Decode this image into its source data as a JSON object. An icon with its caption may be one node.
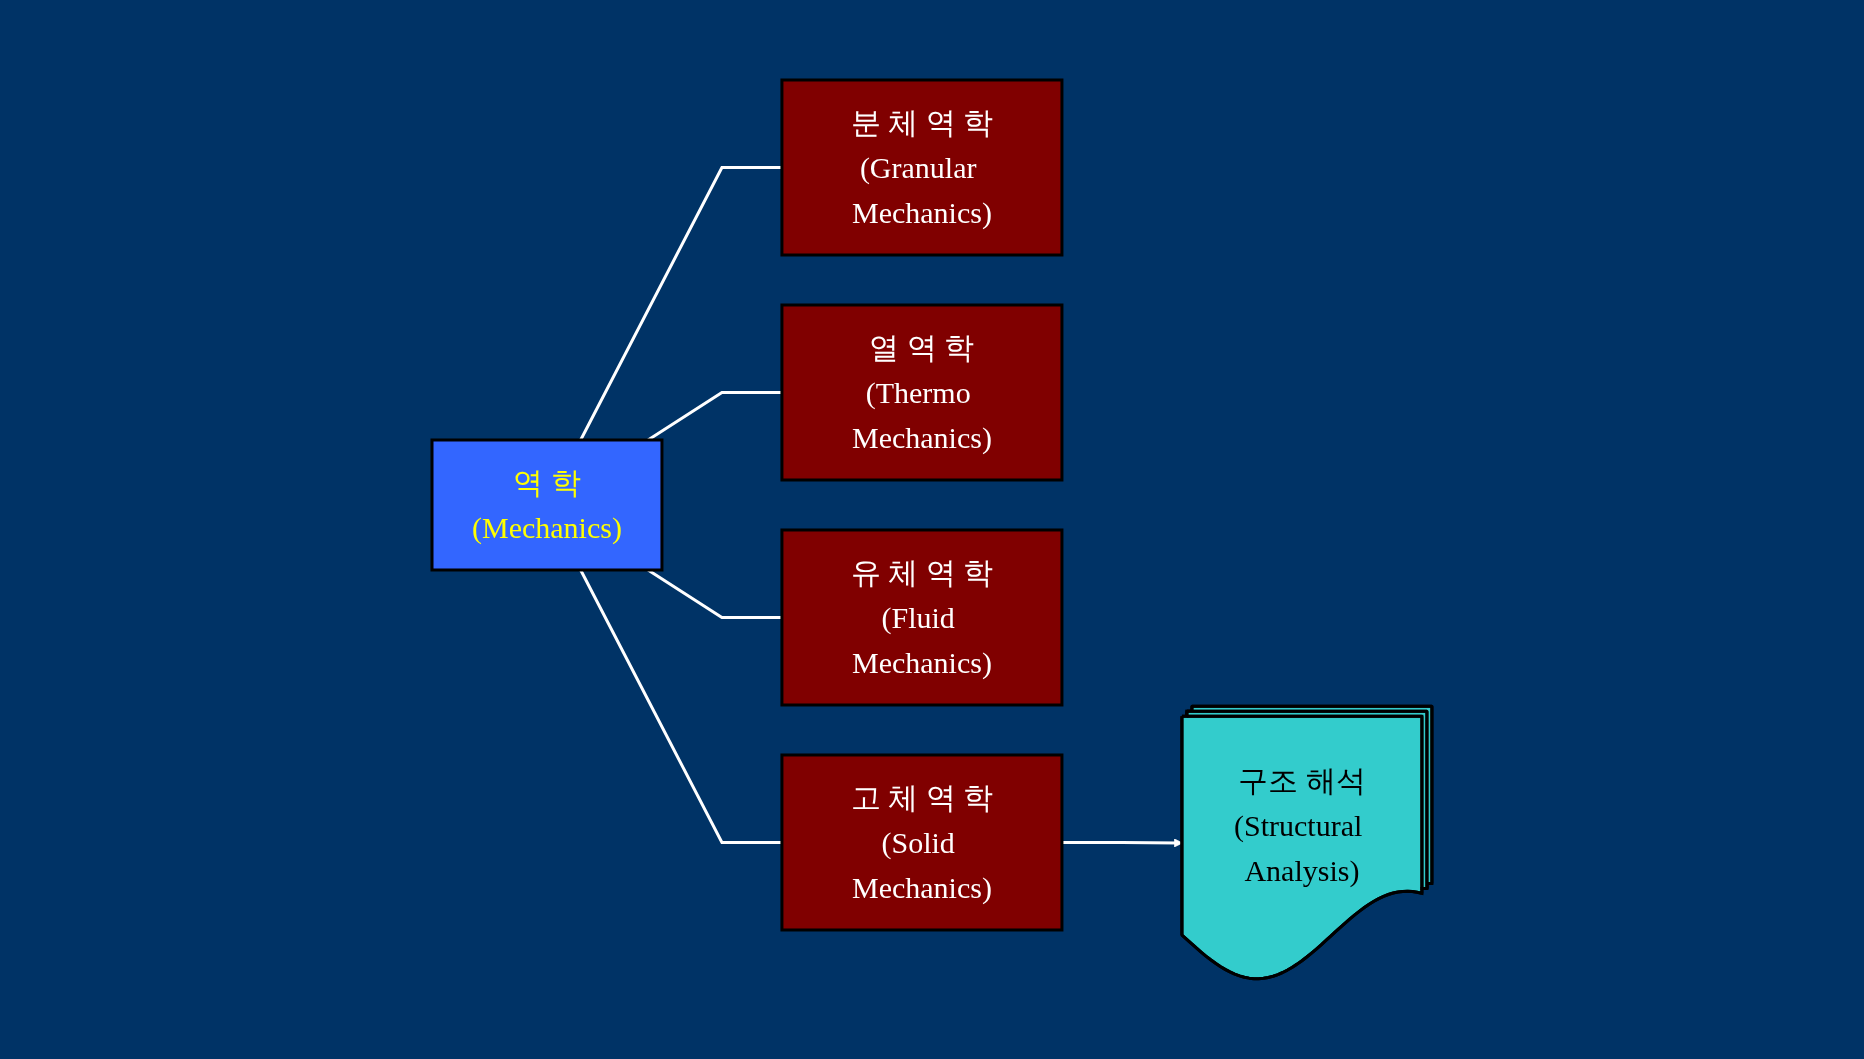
{
  "diagram": {
    "nodes": [
      {
        "text": [
          "역 학",
          "(Mechanics)"
        ]
      },
      {
        "text": [
          "분 체 역 학",
          "(Granular Mechanics)"
        ]
      },
      {
        "text": [
          "열 역 학",
          "(Thermo Mechanics)"
        ]
      },
      {
        "text": [
          "유 체 역 학",
          "(Fluid Mechanics)"
        ]
      },
      {
        "text": [
          "고 체 역 학",
          "(Solid Mechanics)"
        ]
      },
      {
        "text": [
          "구조 해석",
          "(Structural Analysis)"
        ]
      }
    ],
    "edges": [
      {
        "from": 0,
        "to": 1,
        "arrow": "none"
      },
      {
        "from": 0,
        "to": 2,
        "arrow": "none"
      },
      {
        "from": 0,
        "to": 3,
        "arrow": "none"
      },
      {
        "from": 0,
        "to": 4,
        "arrow": "none"
      },
      {
        "from": 4,
        "to": 5,
        "arrow": "to"
      }
    ]
  }
}
